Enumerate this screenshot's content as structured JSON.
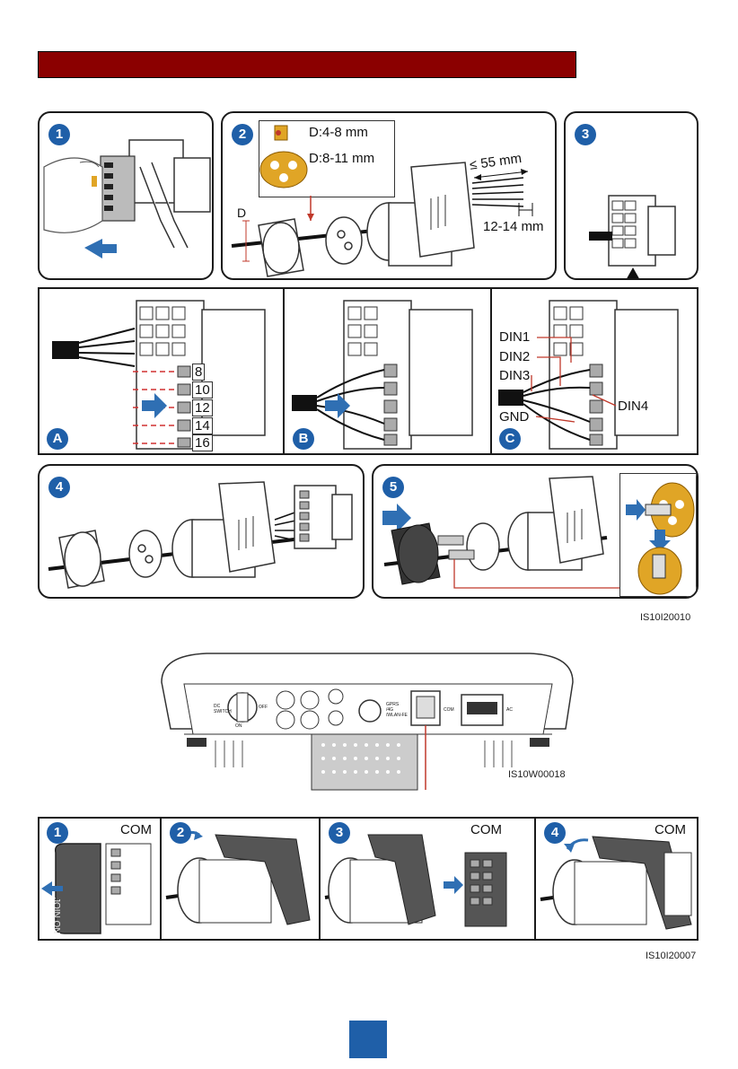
{
  "header": {
    "bar_color": "#8b0000"
  },
  "step_badges": {
    "s1": "1",
    "s2": "2",
    "s3": "3",
    "s4": "4",
    "s5": "5"
  },
  "sub_badges": {
    "a": "A",
    "b": "B",
    "c": "C"
  },
  "step2": {
    "d_small": "D:4-8 mm",
    "d_large": "D:8-11 mm",
    "d_label": "D",
    "strip_length": "≤ 55 mm",
    "conductor_strip": "12-14 mm"
  },
  "terminal_numbers": [
    "8",
    "10",
    "12",
    "14",
    "16"
  ],
  "wiring_labels": {
    "din1": "DIN1",
    "din2": "DIN2",
    "din3": "DIN3",
    "din4": "DIN4",
    "gnd": "GND"
  },
  "figure_ids": {
    "top": "IS10I20010",
    "inverter": "IS10W00018",
    "bottom": "IS10I20007"
  },
  "inverter_ports": {
    "dc_switch": "DC\nSWITCH",
    "off": "OFF",
    "on": "ON",
    "gprs": "GPRS\n/4G\n/WLAN-FE",
    "com": "COM",
    "ac": "AC"
  },
  "bottom_steps": {
    "labels": [
      "1",
      "2",
      "3",
      "4"
    ],
    "com_label": "COM",
    "cap_text": "JOIN ON"
  },
  "colors": {
    "accent_blue": "#1f5fa8",
    "arrow_blue": "#2f6fb3",
    "leader_red": "#c0392b",
    "nut_gold": "#e0a526"
  }
}
